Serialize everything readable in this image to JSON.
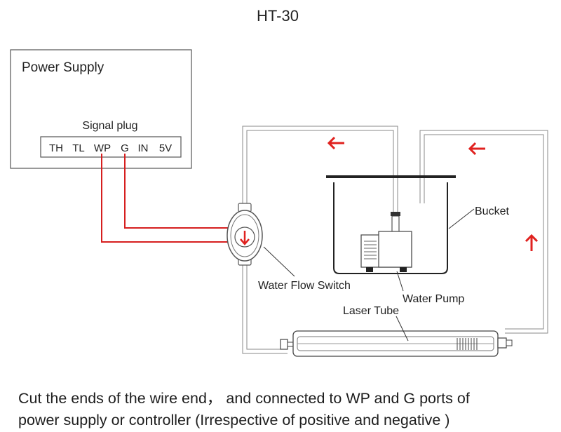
{
  "title": "HT-30",
  "power_supply": {
    "label": "Power Supply",
    "signal_plug_label": "Signal plug",
    "pins": [
      "TH",
      "TL",
      "WP",
      "G",
      "IN",
      "5V"
    ]
  },
  "labels": {
    "bucket": "Bucket",
    "water_flow_switch": "Water Flow Switch",
    "water_pump": "Water Pump",
    "laser_tube": "Laser Tube"
  },
  "colors": {
    "wire": "#d61f1f",
    "arrow": "#e0221f",
    "line": "#555555",
    "pipe": "#888888"
  },
  "caption": {
    "line1": "Cut the ends of the wire end， and connected to WP and G ports of",
    "line2": "power supply or controller (Irrespective of positive and negative )"
  }
}
